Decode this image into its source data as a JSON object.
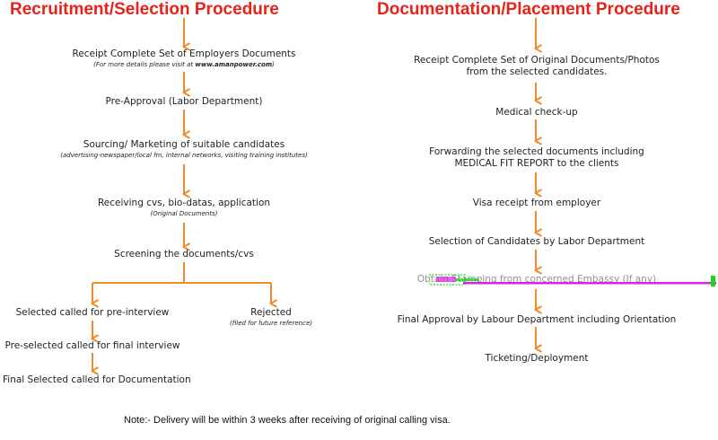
{
  "titles": {
    "left": "Recruitment/Selection Procedure",
    "right": "Documentation/Placement Procedure"
  },
  "left_flow": {
    "step1": "Receipt Complete Set of Employers Documents",
    "step1_sub_prefix": "(For more details please visit at ",
    "step1_sub_link": "www.amanpower.com",
    "step1_sub_suffix": ")",
    "step2": "Pre-Approval (Labor Department)",
    "step3": "Sourcing/ Marketing of suitable candidates",
    "step3_sub": "(advertising-newspaper/local fm, internal networks, visiting training institutes)",
    "step4": "Receiving cvs, bio-datas, application",
    "step4_sub": "(Original Documents)",
    "step5": "Screening the documents/cvs",
    "branch_selected": "Selected called for pre-interview",
    "branch_rejected": "Rejected",
    "branch_rejected_sub": "(filed for future reference)",
    "step6": "Pre-selected called for final interview",
    "step7": "Final Selected called for Documentation"
  },
  "right_flow": {
    "step1_line1": "Receipt  Complete Set of Original Documents/Photos",
    "step1_line2": "from the selected candidates.",
    "step2": "Medical check-up",
    "step3_line1": "Forwarding the selected documents including",
    "step3_line2": "MEDICAL FIT REPORT to the clients",
    "step4": "Visa receipt from employer",
    "step5": "Selection of Candidates by Labor Department",
    "step6": "Obtain Stamping from concerned Embassy (If any)",
    "step7": "Final Approval by Labour Department including Orientation",
    "step8": "Ticketing/Deployment"
  },
  "note": "Note:- Delivery will be within 3 weeks after receiving of original calling visa.",
  "colors": {
    "title": "#e8221b",
    "arrow": "#f08a2a",
    "glitch_magenta": "#e020e0",
    "glitch_green": "#1cd81c"
  }
}
